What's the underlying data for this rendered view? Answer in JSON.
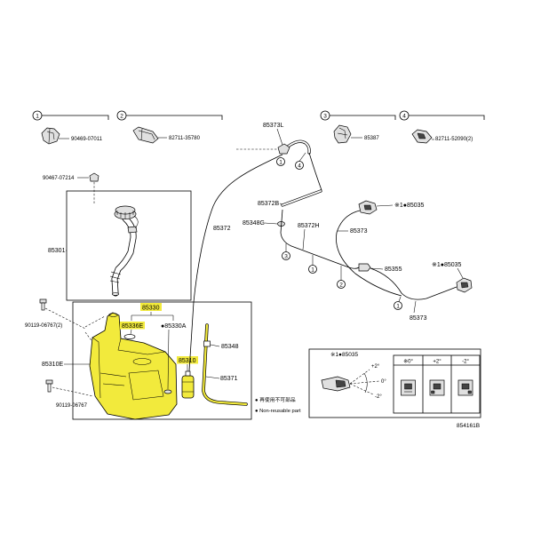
{
  "drawing_number": "854161B",
  "detail_boxes": [
    {
      "number": "1",
      "part_no": "90469-07011"
    },
    {
      "number": "2",
      "part_no": "82711-35780"
    },
    {
      "number": "3",
      "part_no": "85387"
    },
    {
      "number": "4",
      "part_no": "82711-52090(2)"
    }
  ],
  "parts": {
    "p90467_07214": "90467-07214",
    "p85301": "85301",
    "p85373L": "85373L",
    "p85372": "85372",
    "p85372B": "85372B",
    "p85348G": "85348G",
    "p85372H": "85372H",
    "p85373_upper": "85373",
    "p85035_upper": "※1●85035",
    "p85355": "85355",
    "p85035_lower": "※1●85035",
    "p85373_lower": "85373",
    "p85330": "85330",
    "p85336E": "85336E",
    "p85330A": "●85330A",
    "p85348": "85348",
    "p85310": "85310",
    "p85371": "85371",
    "p90119_06767_2": "90119-06767(2)",
    "p85310E": "85310E",
    "p90119_06767": "90119-06767"
  },
  "hose_refs": [
    "1",
    "4",
    "3",
    "1",
    "2",
    "1"
  ],
  "legend": [
    "● 再使用不可部品",
    "● Non-reusable part"
  ],
  "inset": {
    "title": "※1●85035",
    "spray_angles": [
      "+2°",
      "0°",
      "-2°"
    ],
    "table_headers": [
      "※0°",
      "+2°",
      "-2°"
    ]
  },
  "colors": {
    "highlight": "#f2ea3c"
  }
}
